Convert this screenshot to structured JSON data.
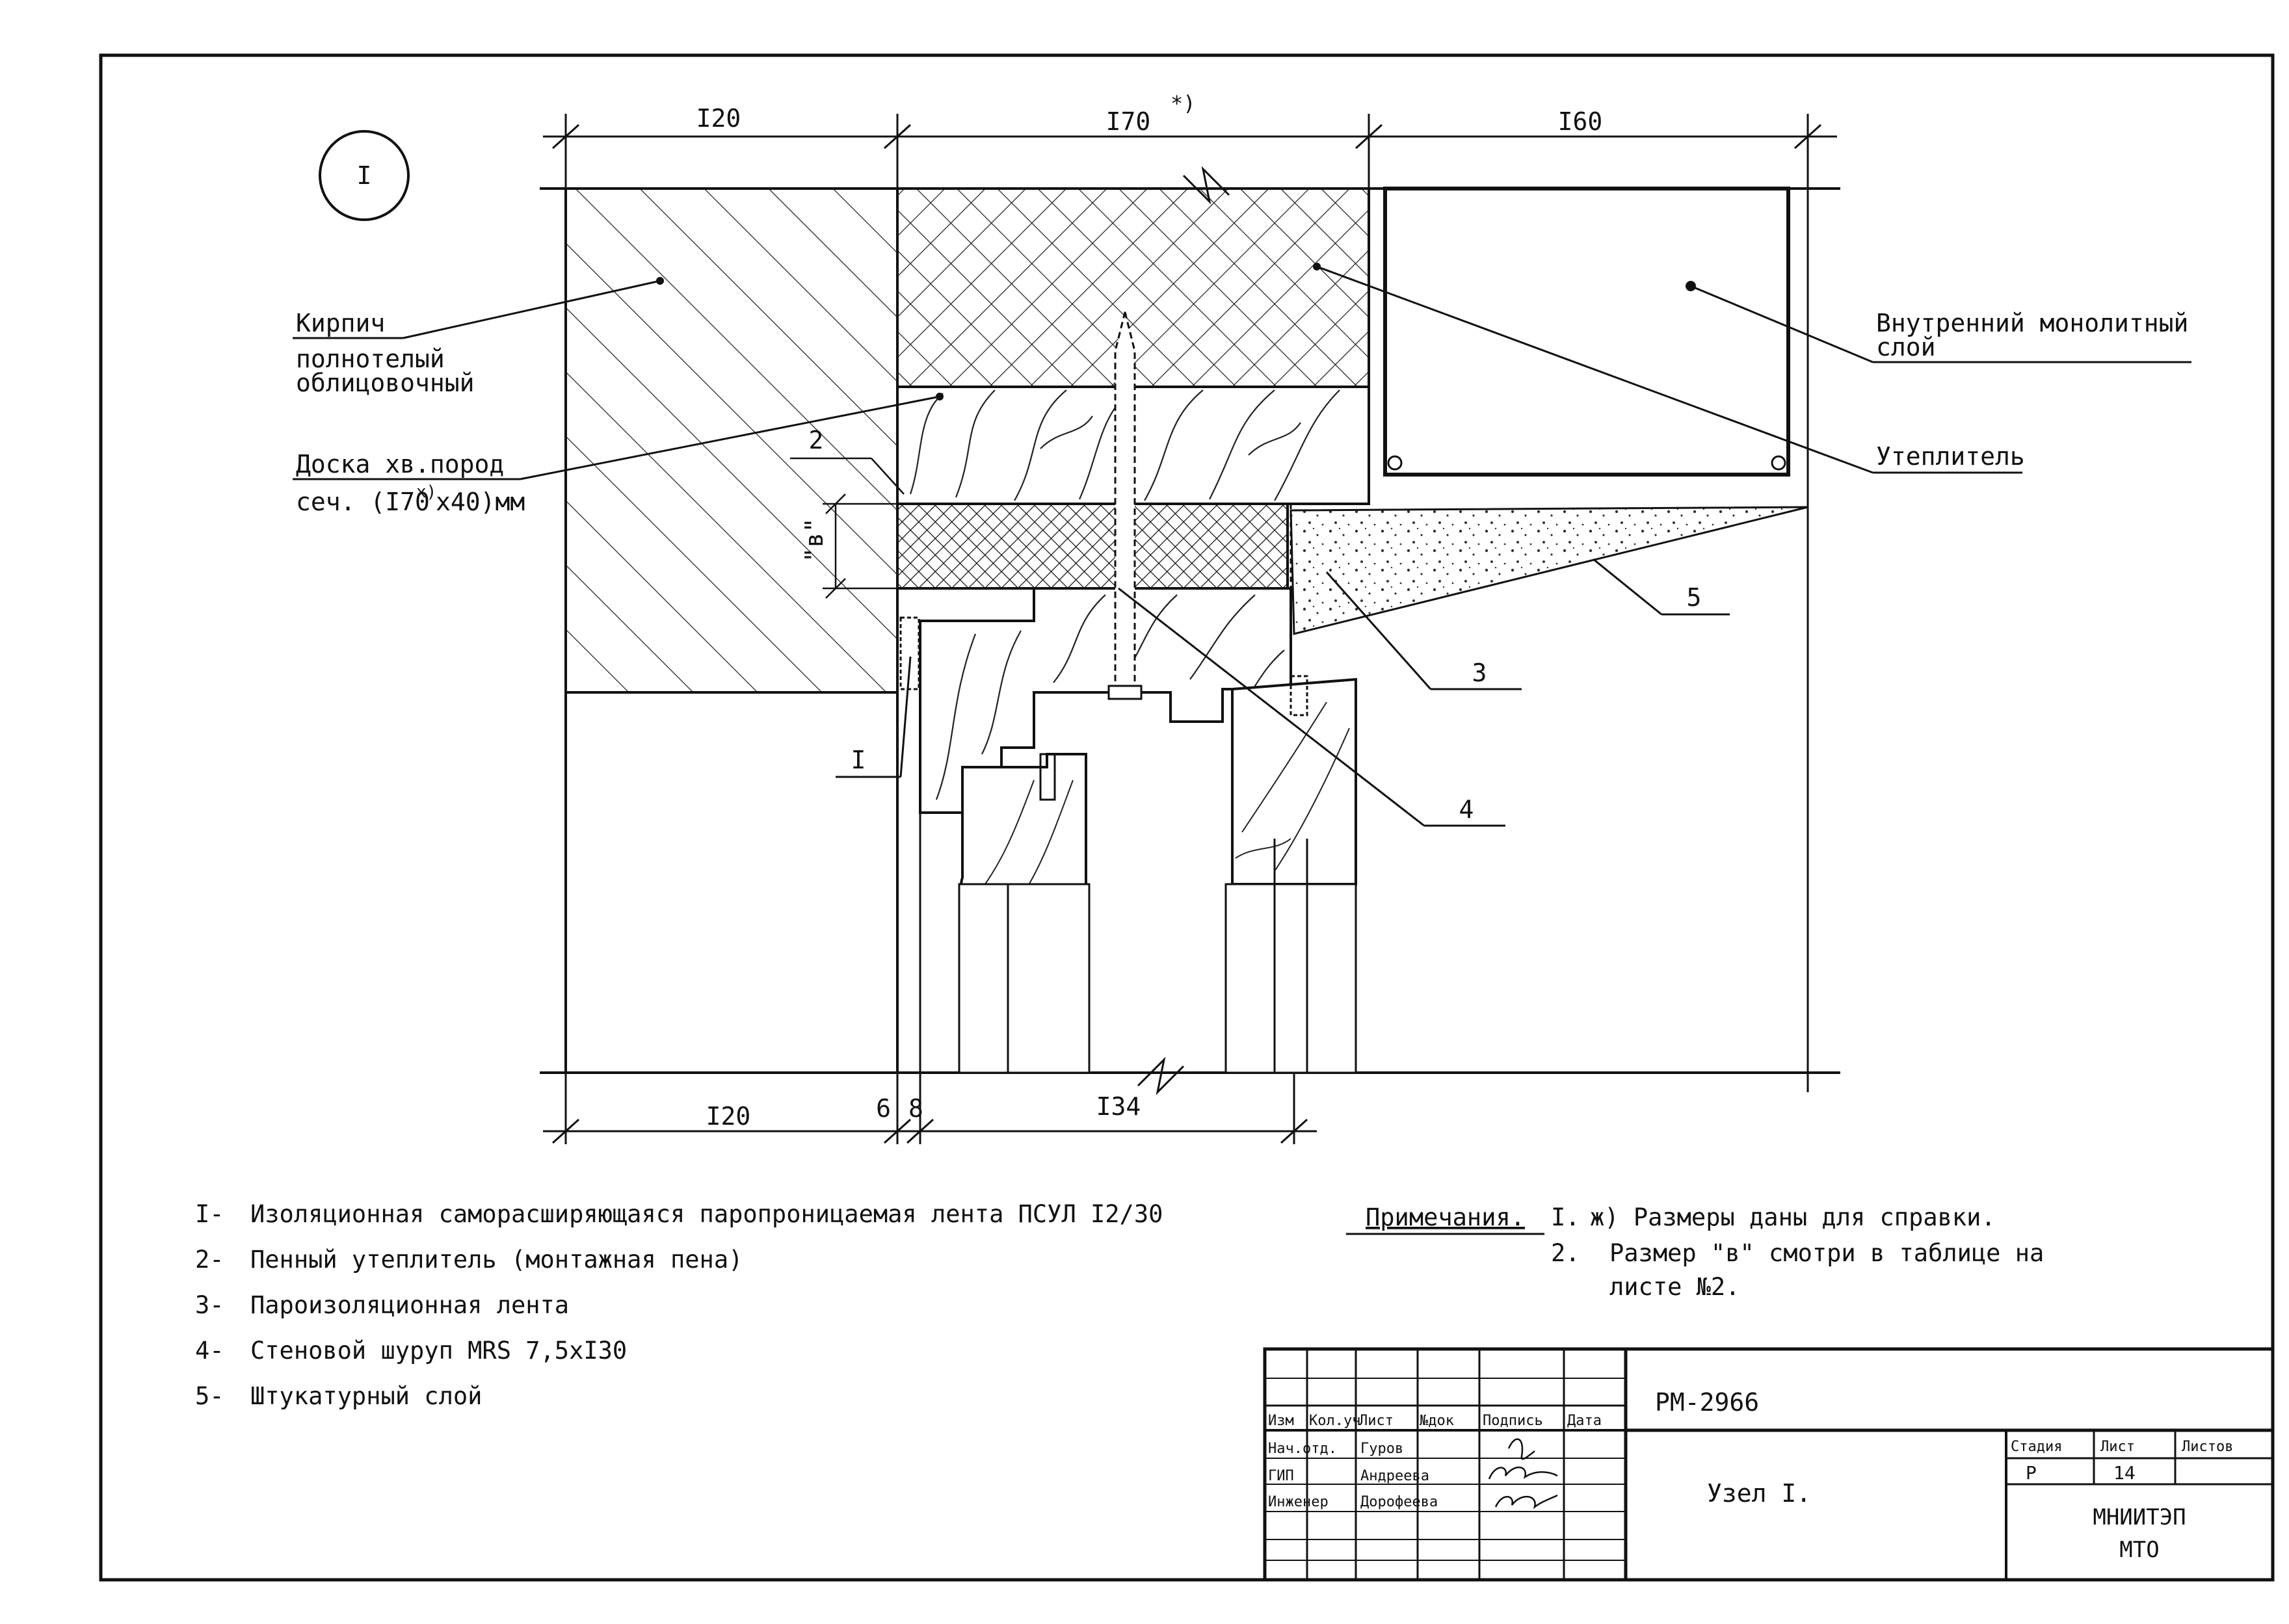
{
  "node_id": "I",
  "dimensions": {
    "top": [
      "I20",
      "I70",
      "*)",
      "I60"
    ],
    "bottom": [
      "I20",
      "6",
      "8",
      "I34"
    ]
  },
  "labels": {
    "brick_1": "Кирпич",
    "brick_2": "полнотелый",
    "brick_3": "облицовочный",
    "board_1": "Доска  хв.пород",
    "board_2a": "сеч. (I70",
    "board_2b": "x)",
    "board_2c": "x40)мм",
    "inner_1": "Внутренний  монолитный",
    "inner_2": "слой",
    "insulation": "Утеплитель",
    "gap_b": "\"в\"",
    "callouts": [
      "I",
      "2",
      "3",
      "4",
      "5"
    ]
  },
  "legend": [
    {
      "num": "I-",
      "text": "Изоляционная саморасширяющаяся паропроницаемая лента ПСУЛ I2/30"
    },
    {
      "num": "2-",
      "text": "Пенный  утеплитель (монтажная  пена)"
    },
    {
      "num": "3-",
      "text": "Пароизоляционная  лента"
    },
    {
      "num": "4-",
      "text": "Стеновой  шуруп  MRS 7,5xI30"
    },
    {
      "num": "5-",
      "text": "Штукатурный  слой"
    }
  ],
  "notes": {
    "title": "Примечания.",
    "items": [
      {
        "num": "I.",
        "text": "ж) Размеры даны  для  справки."
      },
      {
        "num": "2.",
        "text": "Размер  \"в\" смотри в таблице  на"
      },
      {
        "num": "",
        "text": "листе  №2."
      }
    ]
  },
  "title_block": {
    "code": "PM-2966",
    "sheet_title": "Узел  I.",
    "columns": [
      "Изм",
      "Кол.уч",
      "Лист",
      "№док",
      "Подпись",
      "Дата"
    ],
    "rows": [
      {
        "role": "Нач.отд.",
        "name": "Гуров"
      },
      {
        "role": "ГИП",
        "name": "Андреева"
      },
      {
        "role": "Инженер",
        "name": "Дорофеева"
      }
    ],
    "stage_label": "Стадия",
    "stage": "P",
    "sheet_label": "Лист",
    "sheet": "14",
    "sheets_label": "Листов",
    "sheets": "",
    "org_1": "МНИИТЭП",
    "org_2": "МТО"
  }
}
